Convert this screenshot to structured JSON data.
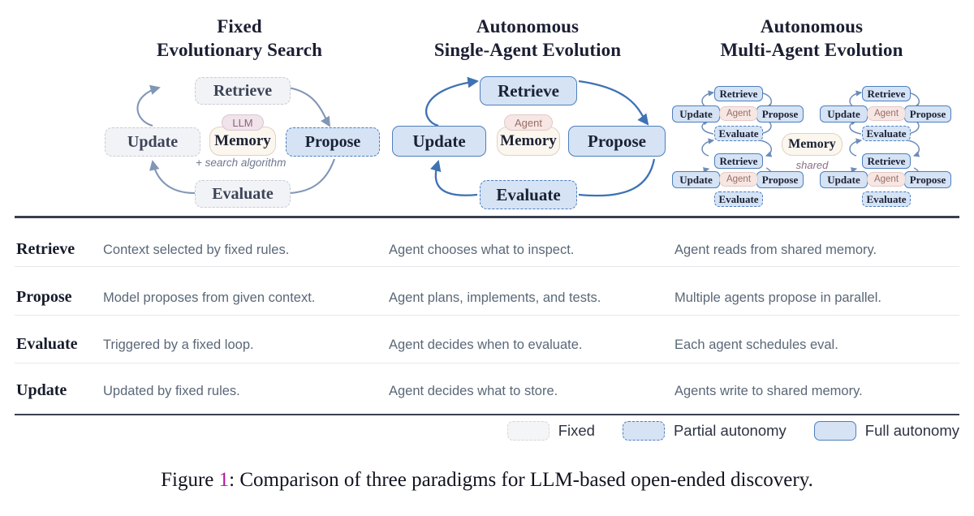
{
  "panels": [
    {
      "id": "fixed",
      "title_line1": "Fixed",
      "title_line2": "Evolutionary Search",
      "nodes": {
        "retrieve": "Retrieve",
        "propose": "Propose",
        "evaluate": "Evaluate",
        "update": "Update"
      },
      "center": {
        "badge": "LLM",
        "memory": "Memory",
        "note": "+ search algorithm"
      }
    },
    {
      "id": "single-agent",
      "title_line1": "Autonomous",
      "title_line2": "Single-Agent Evolution",
      "nodes": {
        "retrieve": "Retrieve",
        "propose": "Propose",
        "evaluate": "Evaluate",
        "update": "Update"
      },
      "center": {
        "badge": "Agent",
        "memory": "Memory",
        "note": ""
      }
    },
    {
      "id": "multi-agent",
      "title_line1": "Autonomous",
      "title_line2": "Multi-Agent Evolution",
      "nodes": {
        "retrieve": "Retrieve",
        "propose": "Propose",
        "evaluate": "Evaluate",
        "update": "Update"
      },
      "center": {
        "badge": "Agent",
        "memory": "Memory",
        "note": "shared"
      }
    }
  ],
  "table": {
    "rows": [
      {
        "label": "Retrieve",
        "fixed": "Context selected by fixed rules.",
        "single": "Agent chooses what to inspect.",
        "multi": "Agent reads from shared memory."
      },
      {
        "label": "Propose",
        "fixed": "Model proposes from given context.",
        "single": "Agent plans, implements, and tests.",
        "multi": "Multiple agents propose in parallel."
      },
      {
        "label": "Evaluate",
        "fixed": "Triggered by a fixed loop.",
        "single": "Agent decides when to evaluate.",
        "multi": "Each agent schedules eval."
      },
      {
        "label": "Update",
        "fixed": "Updated by fixed rules.",
        "single": "Agent decides what to store.",
        "multi": "Agents write to shared memory."
      }
    ]
  },
  "legend": [
    {
      "key": "fixed",
      "label": "Fixed"
    },
    {
      "key": "partial",
      "label": "Partial autonomy"
    },
    {
      "key": "full",
      "label": "Full autonomy"
    }
  ],
  "caption": {
    "prefix": "Figure ",
    "number": "1",
    "text": ": Comparison of three paradigms for LLM-based open-ended discovery."
  },
  "colors": {
    "fixed_fill": "#f2f3f6",
    "fixed_border": "#c9ccd6",
    "auto_fill": "#d5e3f5",
    "auto_border": "#4d7fbe",
    "memory_fill": "#fbf6ee",
    "memory_border": "#ded3c4",
    "llm_badge": "#f0e3ea",
    "agent_badge": "#f7e7e4",
    "wire": "#7e93b5",
    "caption_number": "#b5179e",
    "body_text": "#5a6878",
    "heading_text": "#171c2c"
  }
}
